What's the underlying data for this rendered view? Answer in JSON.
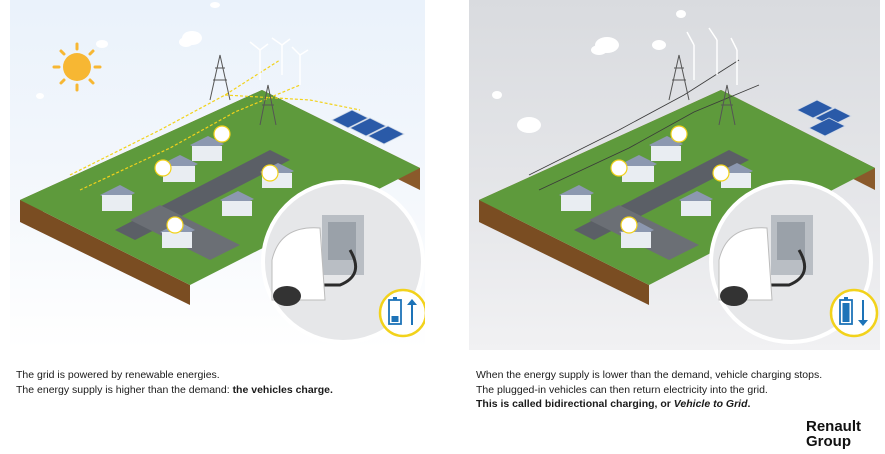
{
  "left_caption": {
    "line1": "The grid is powered by renewable energies.",
    "line2_prefix": "The energy supply is higher than the demand: ",
    "line2_bold": "the vehicles charge."
  },
  "right_caption": {
    "line1": "When the energy supply is lower than the demand, vehicle charging stops.",
    "line2": "The plugged-in vehicles can then return electricity into the grid.",
    "line3_prefix": "This is called bidirectional charging, or ",
    "line3_italic": "Vehicle to Grid",
    "line3_suffix": "."
  },
  "logo": {
    "line1": "Renault",
    "line2": "Group"
  },
  "icons": {
    "left_battery": "battery-charging-up-icon",
    "right_battery": "battery-discharging-down-icon",
    "sun": "sun-icon",
    "cloud": "cloud-icon"
  },
  "colors": {
    "grass": "#5e9a3c",
    "soil": "#8a5a2b",
    "power_line": "#f2d21b",
    "battery_blue": "#1d73b8",
    "badge_ring": "#f2d21b",
    "sun": "#f7b733"
  }
}
